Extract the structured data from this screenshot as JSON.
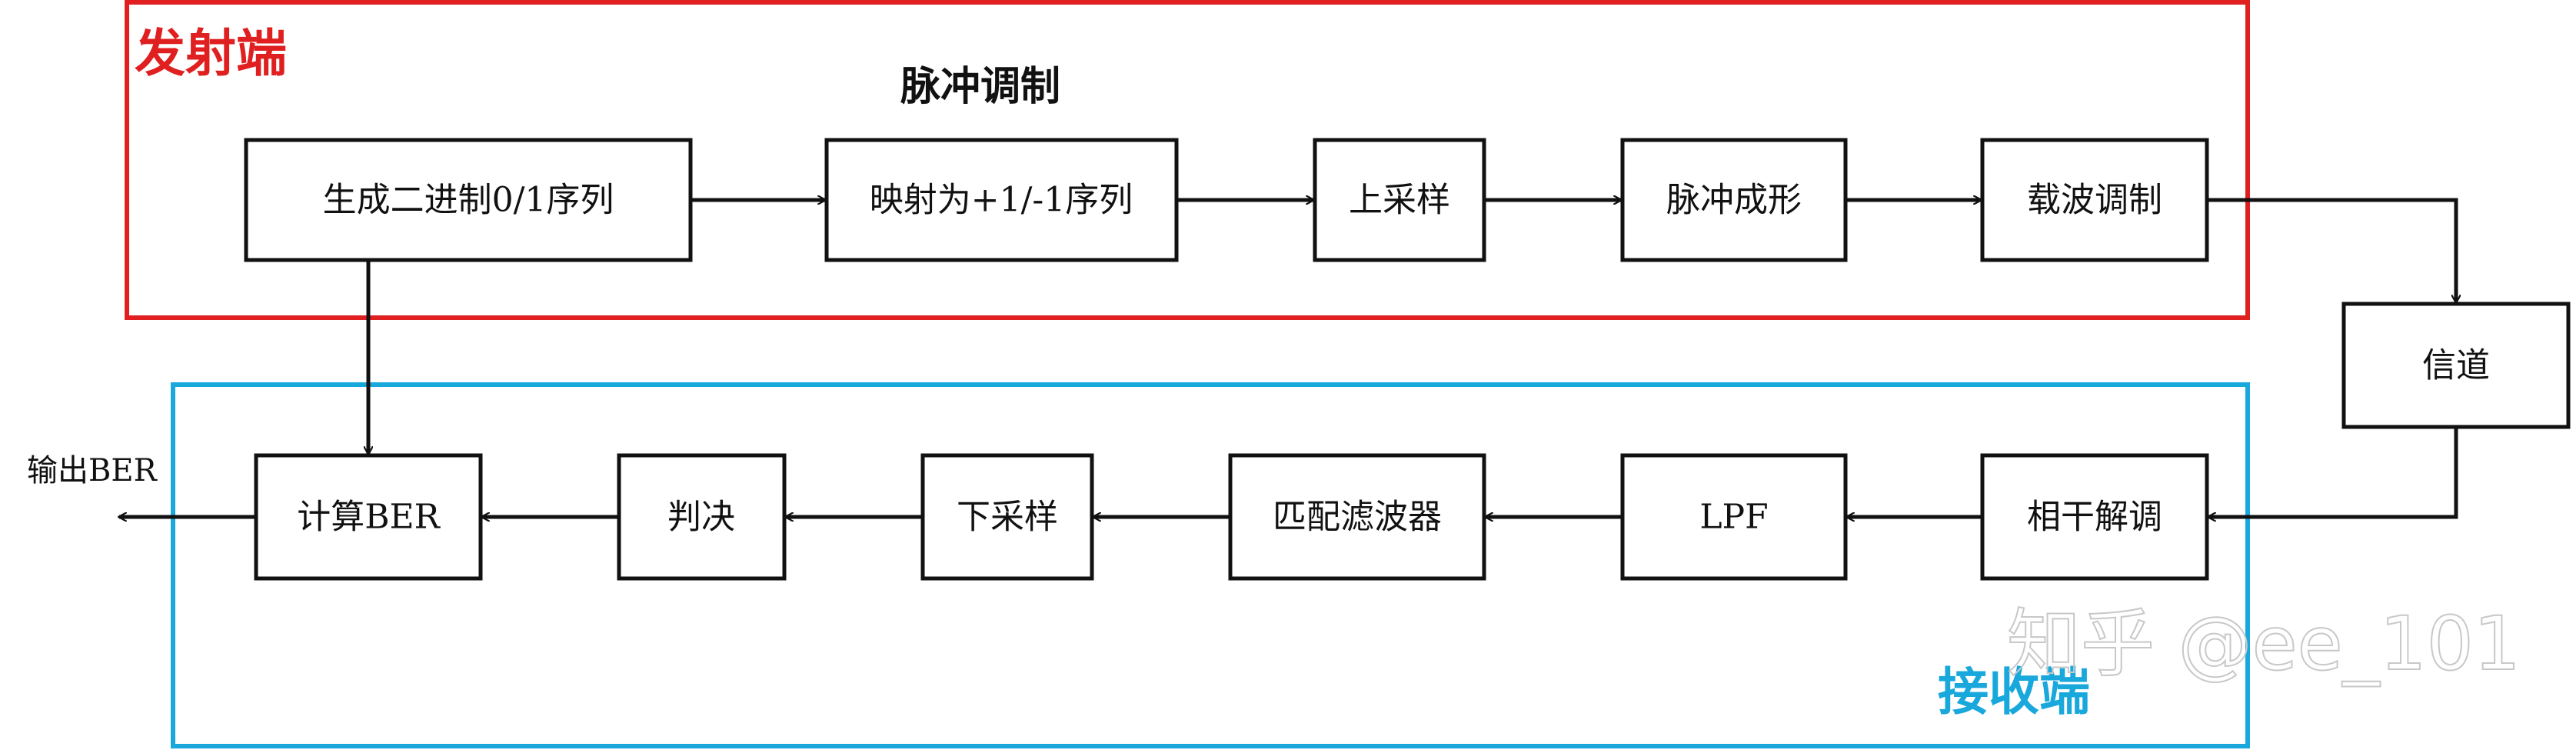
{
  "transmitter": {
    "title": "发射端",
    "annotation": "脉冲调制",
    "color": "#e02020",
    "blocks": [
      "生成二进制0/1序列",
      "映射为+1/-1序列",
      "上采样",
      "脉冲成形",
      "载波调制"
    ]
  },
  "channel": {
    "label": "信道"
  },
  "receiver": {
    "title": "接收端",
    "color": "#18a8dc",
    "blocks": [
      "相干解调",
      "LPF",
      "匹配滤波器",
      "下采样",
      "判决",
      "计算BER"
    ]
  },
  "output_label": "输出BER",
  "watermark": "知乎 @ee_101"
}
